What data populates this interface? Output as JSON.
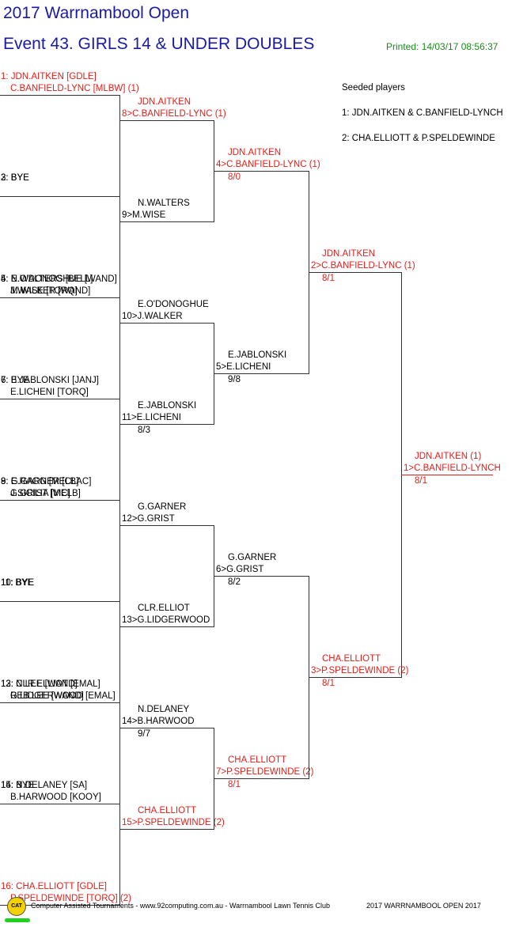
{
  "header": {
    "title": "2017 Warrnambool Open",
    "event": "Event 43. GIRLS 14 & UNDER DOUBLES",
    "printed": "Printed: 14/03/17 08:56:37"
  },
  "seeded": {
    "heading": "Seeded players",
    "players": [
      "1: JDN.AITKEN & C.BANFIELD-LYNCH",
      "2: CHA.ELLIOTT & P.SPELDEWINDE"
    ]
  },
  "draw": [
    {
      "line1": "1: JDN.AITKEN [GDLE]",
      "line2": "C.BANFIELD-LYNC [MLBW] (1)",
      "seeded": true
    },
    {
      "line1": "2: BYE",
      "line2": "",
      "seeded": false
    },
    {
      "line1": "3: BYE",
      "line2": "",
      "seeded": false
    },
    {
      "line1": "4: N.WALTERS [BELL]",
      "line2": "M.WISE [TORQ]",
      "seeded": false
    },
    {
      "line1": "5: E.O'DONOGHUE [WAND]",
      "line2": "J.WALKER [WAND]",
      "seeded": false
    },
    {
      "line1": "6: BYE",
      "line2": "",
      "seeded": false
    },
    {
      "line1": "7: E.JABLONSKI [JANJ]",
      "line2": "E.LICHENI [TORQ]",
      "seeded": false
    },
    {
      "line1": "8: E.RAGG [MELB]",
      "line2": "J.SICILIA [MELB]",
      "seeded": false
    },
    {
      "line1": "9: G.GARNER [CLAC]",
      "line2": "G.GRIST [VIC]",
      "seeded": false
    },
    {
      "line1": "10: BYE",
      "line2": "",
      "seeded": false
    },
    {
      "line1": "11: BYE",
      "line2": "",
      "seeded": false
    },
    {
      "line1": "12: CLR.ELLIOT [EMAL]",
      "line2": "G.LIDGERWOOD [EMAL]",
      "seeded": false
    },
    {
      "line1": "13: N.LEE [WAND]",
      "line2": "REB.LEE [WAND]",
      "seeded": false
    },
    {
      "line1": "14: N.DELANEY [SA]",
      "line2": "B.HARWOOD [KOOY]",
      "seeded": false
    },
    {
      "line1": "15: BYE",
      "line2": "",
      "seeded": false
    },
    {
      "line1": "16: CHA.ELLIOTT [GDLE]",
      "line2": "P.SPELDEWINDE [TORQ] (2)",
      "seeded": true
    }
  ],
  "round1": [
    {
      "line1": "JDN.AITKEN",
      "line2": "8>C.BANFIELD-LYNC (1)",
      "score": "",
      "seeded": true
    },
    {
      "line1": "N.WALTERS",
      "line2": "9>M.WISE",
      "score": "",
      "seeded": false
    },
    {
      "line1": "E.O'DONOGHUE",
      "line2": "10>J.WALKER",
      "score": "",
      "seeded": false
    },
    {
      "line1": "E.JABLONSKI",
      "line2": "11>E.LICHENI",
      "score": "8/3",
      "seeded": false
    },
    {
      "line1": "G.GARNER",
      "line2": "12>G.GRIST",
      "score": "",
      "seeded": false
    },
    {
      "line1": "CLR.ELLIOT",
      "line2": "13>G.LIDGERWOOD",
      "score": "",
      "seeded": false
    },
    {
      "line1": "N.DELANEY",
      "line2": "14>B.HARWOOD",
      "score": "9/7",
      "seeded": false
    },
    {
      "line1": "CHA.ELLIOTT",
      "line2": "15>P.SPELDEWINDE (2)",
      "score": "",
      "seeded": true
    }
  ],
  "quarter": [
    {
      "line1": "JDN.AITKEN",
      "line2": "4>C.BANFIELD-LYNC (1)",
      "score": "8/0",
      "seeded": true
    },
    {
      "line1": "E.JABLONSKI",
      "line2": "5>E.LICHENI",
      "score": "9/8",
      "seeded": false
    },
    {
      "line1": "G.GARNER",
      "line2": "6>G.GRIST",
      "score": "8/2",
      "seeded": false
    },
    {
      "line1": "CHA.ELLIOTT",
      "line2": "7>P.SPELDEWINDE (2)",
      "score": "8/1",
      "seeded": true
    }
  ],
  "semi": [
    {
      "line1": "JDN.AITKEN",
      "line2": "2>C.BANFIELD-LYNC (1)",
      "score": "8/1",
      "seeded": true
    },
    {
      "line1": "CHA.ELLIOTT",
      "line2": "3>P.SPELDEWINDE (2)",
      "score": "8/1",
      "seeded": true
    }
  ],
  "final": {
    "line1": "JDN.AITKEN (1)",
    "line2": "1>C.BANFIELD-LYNCH",
    "score": "8/1",
    "seeded": true
  },
  "footer": {
    "logo": "CAT",
    "text": "Computer Assisted Tournaments - www.92computing.com.au -  Warrnambool Lawn Tennis Club",
    "right": "2017 WARRNAMBOOL OPEN 2017"
  }
}
